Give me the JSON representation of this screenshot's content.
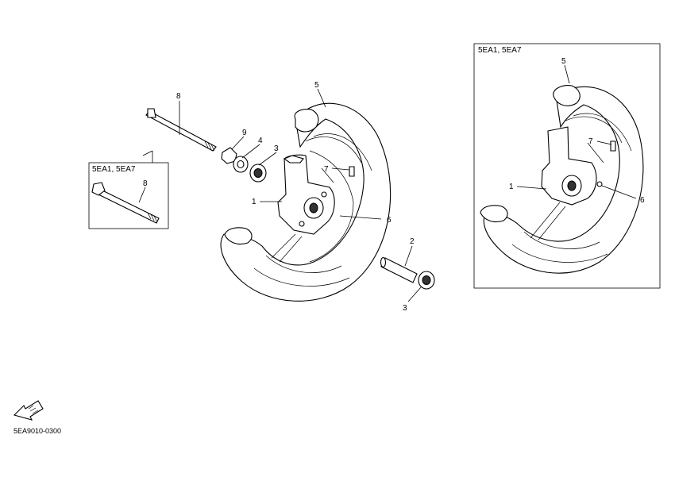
{
  "figure_code": "5EA9010-0300",
  "insets": [
    {
      "title": "5EA1, 5EA7"
    },
    {
      "title": "5EA1, 5EA7"
    }
  ],
  "callouts": {
    "main": [
      "8",
      "9",
      "4",
      "3",
      "5",
      "7",
      "1",
      "6",
      "2",
      "3"
    ],
    "axle_inset": [
      "8"
    ],
    "wheel_inset": [
      "5",
      "7",
      "1",
      "6"
    ]
  },
  "icons": [
    "front-direction-arrow-icon"
  ]
}
